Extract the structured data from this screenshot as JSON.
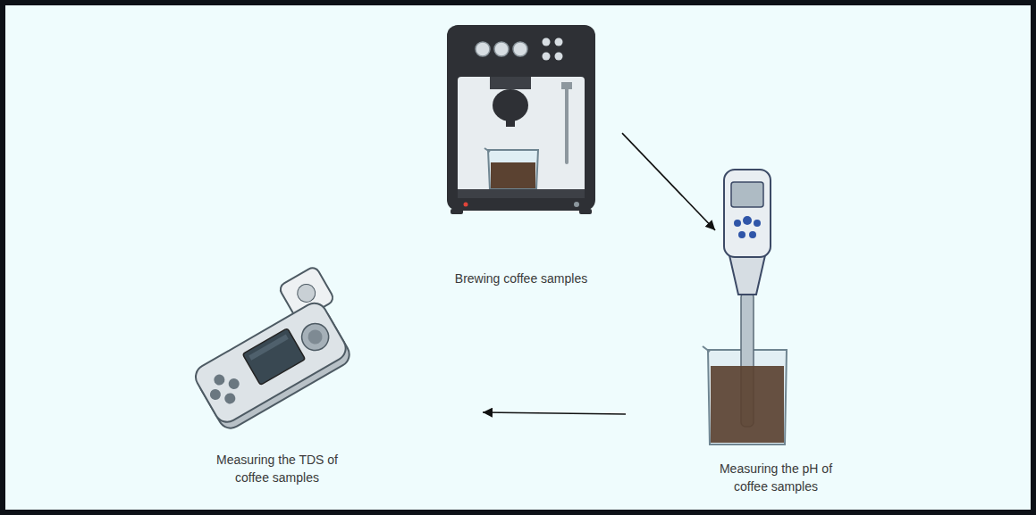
{
  "diagram": {
    "nodes": [
      {
        "text": [
          "Brewing coffee samples"
        ]
      },
      {
        "text": [
          "Measuring the pH of coffee samples"
        ]
      },
      {
        "text": [
          "Measuring the TDS of coffee samples"
        ]
      }
    ],
    "edges": [
      {
        "from": 0,
        "to": 1,
        "arrow": "to"
      },
      {
        "from": 1,
        "to": 2,
        "arrow": "to"
      }
    ]
  }
}
